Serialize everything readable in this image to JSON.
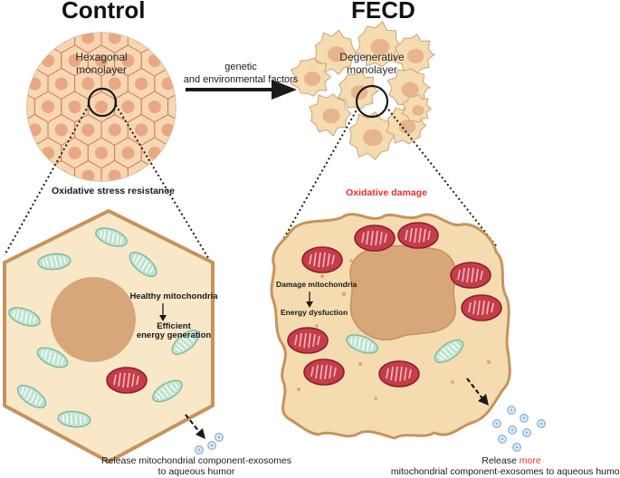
{
  "titles": {
    "control": "Control",
    "fecd": "FECD"
  },
  "arrow_label": {
    "line1": "genetic",
    "line2": "and environmental factors"
  },
  "control": {
    "monolayer_line1": "Hexagonal",
    "monolayer_line2": "monolayer",
    "stress_label": "Oxidative stress resistance",
    "mito_label": "Healthy mitochondria",
    "energy_label_line1": "Efficient",
    "energy_label_line2": "energy generation",
    "release_line1": "Release mitochondrial component-exosomes",
    "release_line2": "to aqueous humor"
  },
  "fecd": {
    "monolayer_line1": "Degenerative",
    "monolayer_line2": "monolayer",
    "damage_label": "Oxidative damage",
    "mito_label": "Damage mitochondria",
    "energy_label": "Energy dysfuction",
    "release_prefix": "Release ",
    "release_more": "more",
    "release_line2": "mitochondrial component-exosomes to aqueous humor"
  },
  "colors": {
    "cell_fill": "#f5dcb0",
    "cell_border": "#c6935d",
    "nucleus": "#d7a679",
    "healthy_mito": "#bfe3d2",
    "damaged_mito": "#c53d4b",
    "accent_red": "#e52f2f",
    "exosome": "#8fb6da"
  },
  "icons": [
    "healthy-mitochondrion-icon",
    "damaged-mitochondrion-icon",
    "exosome-icon",
    "magnifier-circle-icon"
  ]
}
